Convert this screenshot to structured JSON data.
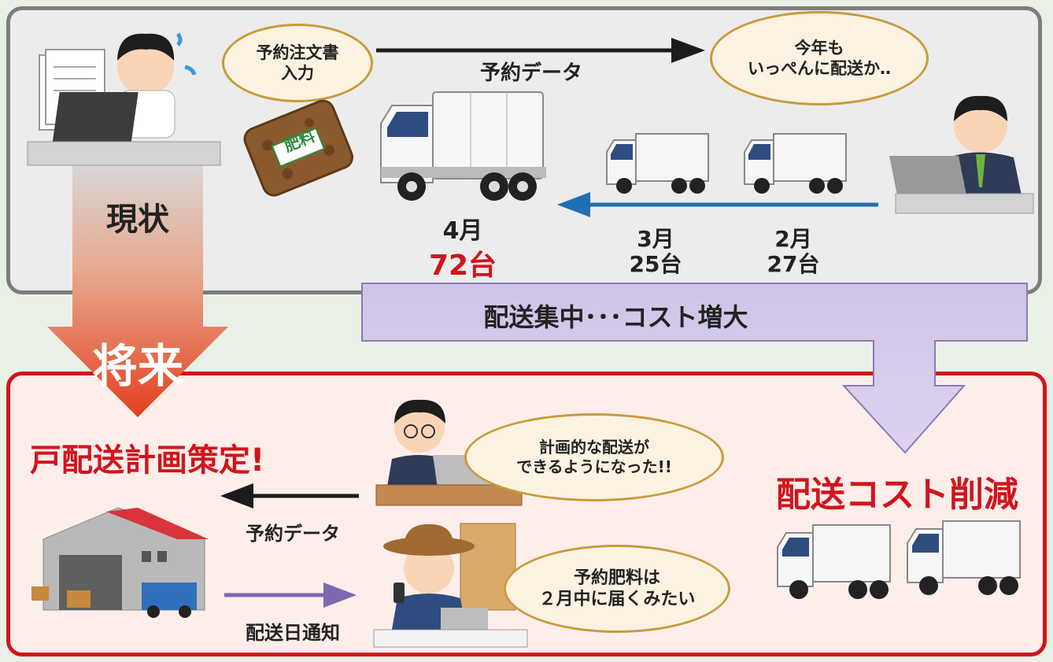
{
  "current": {
    "label": "現状",
    "bubble_office": "予約注文書\n入力",
    "fertilizer_bag": "肥料",
    "data_arrow_label": "予約データ",
    "bubble_farmer_coop": "今年も\nいっぺんに配送か‥",
    "april": {
      "month": "4月",
      "count": "72台"
    },
    "march": {
      "month": "3月",
      "count": "25台"
    },
    "february": {
      "month": "2月",
      "count": "27台"
    }
  },
  "banner": "配送集中･･･コスト増大",
  "future": {
    "label": "将来",
    "plan_title": "戸配送計画策定!",
    "bubble_planner": "計画的な配送が\nできるようになった!!",
    "data_arrow_label": "予約データ",
    "notice_arrow_label": "配送日通知",
    "bubble_farmer": "予約肥料は\n２月中に届くみたい",
    "cost_reduction": "配送コスト削減"
  },
  "colors": {
    "red": "#d2141d",
    "blue_arrow": "#1f6fb4",
    "purple_arrow": "#7b6ab0",
    "banner": "#cfc4e6",
    "bubble_border": "#c99b3c"
  }
}
